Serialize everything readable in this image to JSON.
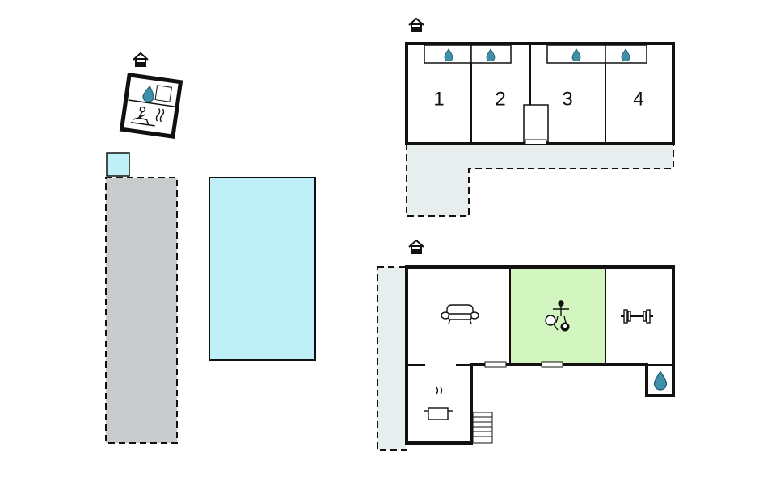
{
  "bedroom_numbers": [
    "1",
    "2",
    "3",
    "4"
  ],
  "colors": {
    "wall": "#111111",
    "pool": "#bff0f7",
    "terrace_grey": "#c9cccc",
    "terrace_light": "#e8eeee",
    "game_room": "#d3f5c0",
    "water_drop": "#3f8fa8",
    "background": "#ffffff"
  },
  "icons": {
    "entrance": "house-entrance-icon",
    "water": "water-drop-icon",
    "sauna": "sauna-person-icon",
    "sofa": "sofa-icon",
    "table_football": "table-football-icon",
    "table_tennis": "table-tennis-icon",
    "billiards": "billiard-ball-icon",
    "gym": "dumbbell-icon",
    "kitchen": "cooking-pot-icon",
    "stairs": "stairs-icon"
  }
}
